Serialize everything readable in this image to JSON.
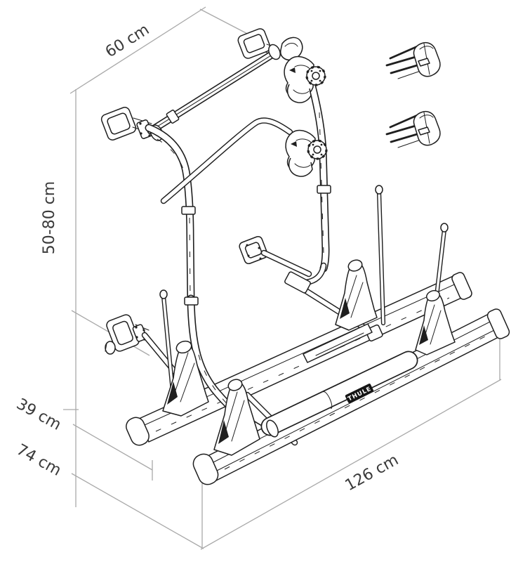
{
  "diagram": {
    "title": "Bike carrier dimensional line drawing",
    "background": "#ffffff",
    "colors": {
      "drawing_line": "#1f1f1f",
      "dimension_line": "#a9a9a9",
      "label_text": "#3a3a3a"
    },
    "dimensions": {
      "top_width": "60 cm",
      "mounting_height_range": "50-80 cm",
      "inner_rail_depth": "39 cm",
      "outer_depth": "74 cm",
      "rail_length": "126 cm"
    },
    "rail_badge": "THULE",
    "parts": [
      "wall-mount-brackets",
      "frame-tubes",
      "bike-arm-clamp-knobs",
      "wheel-rails",
      "wheel-holders",
      "strap-posts",
      "spare-rail-end-caps"
    ]
  }
}
